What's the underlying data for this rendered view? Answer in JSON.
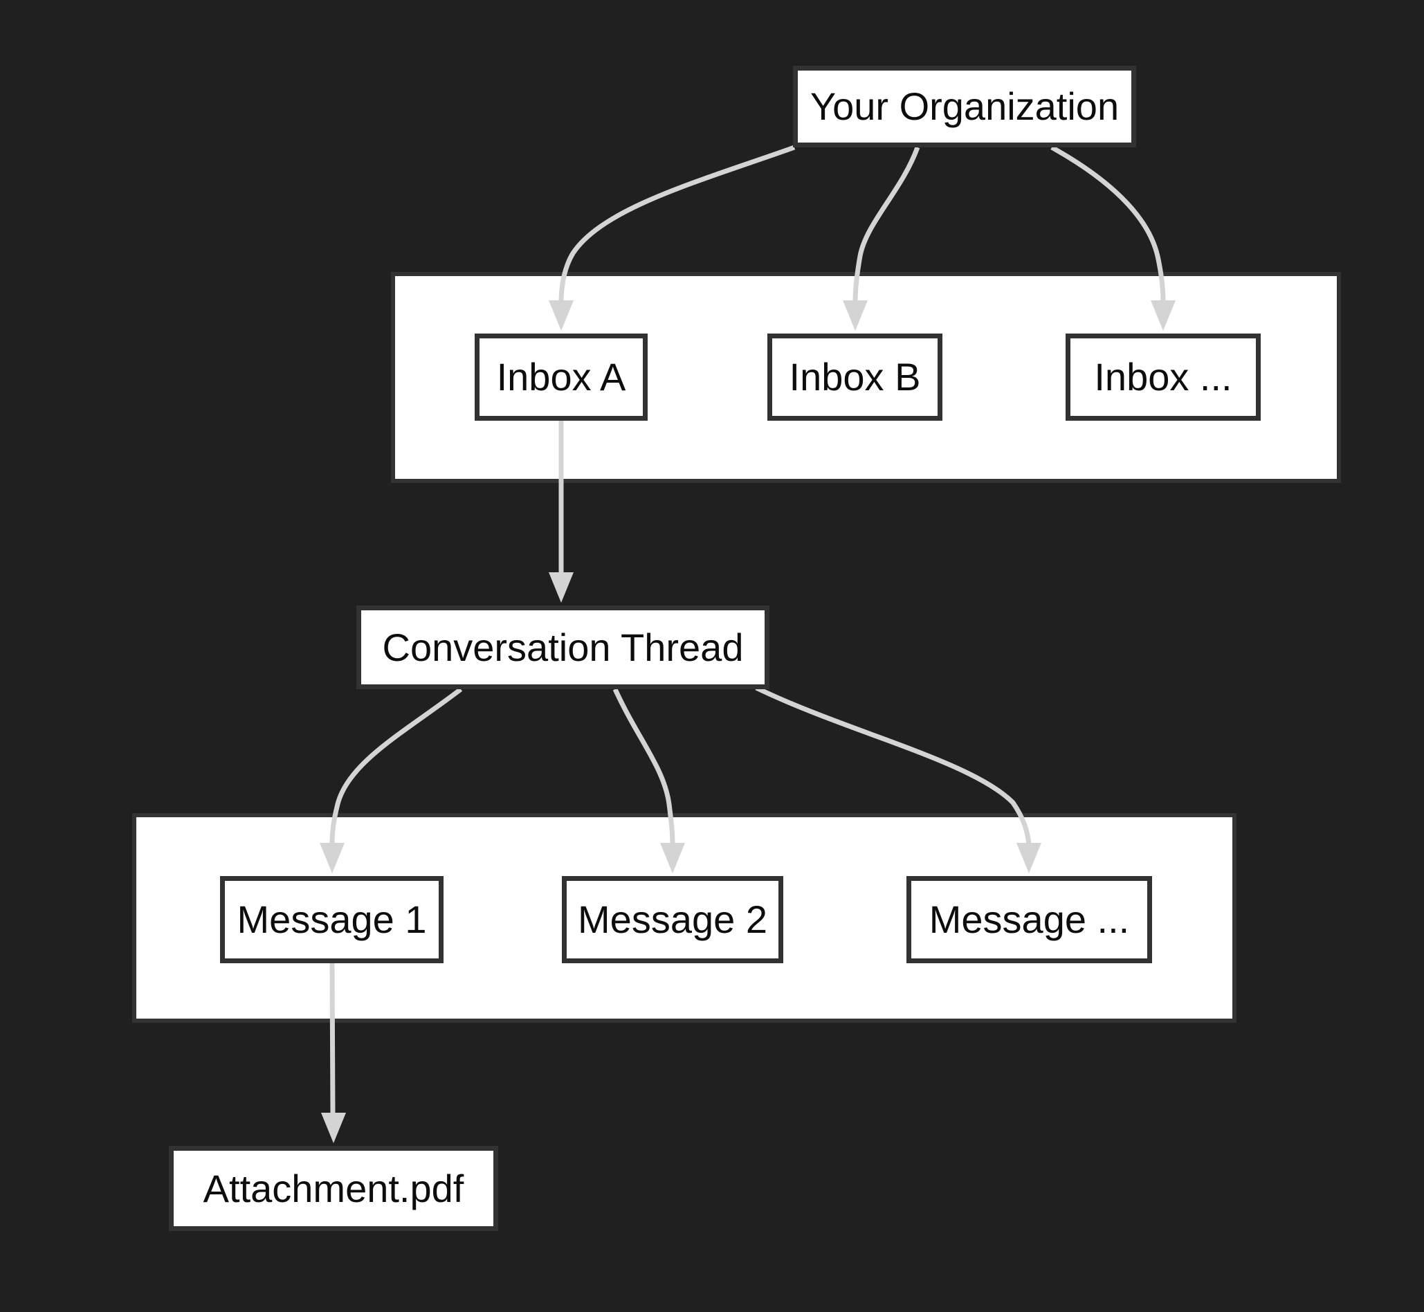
{
  "diagram": {
    "type": "flowchart-top-down",
    "theme": {
      "background": "#202021",
      "node_fill": "#ffffff",
      "node_border": "#323232",
      "container_fill": "#ffffff",
      "container_border": "#333333",
      "edge_color": "#d4d4d4",
      "text_color": "#0d0d0d"
    },
    "nodes": {
      "org": {
        "label": "Your Organization"
      },
      "inbox_a": {
        "label": "Inbox A"
      },
      "inbox_b": {
        "label": "Inbox B"
      },
      "inbox_more": {
        "label": "Inbox ..."
      },
      "thread": {
        "label": "Conversation Thread"
      },
      "message_1": {
        "label": "Message 1"
      },
      "message_2": {
        "label": "Message 2"
      },
      "message_more": {
        "label": "Message ..."
      },
      "attachment": {
        "label": "Attachment.pdf"
      }
    },
    "groups": {
      "inboxes": {
        "members": [
          "inbox_a",
          "inbox_b",
          "inbox_more"
        ]
      },
      "messages": {
        "members": [
          "message_1",
          "message_2",
          "message_more"
        ]
      }
    },
    "edges": [
      {
        "from": "org",
        "to": "inbox_a"
      },
      {
        "from": "org",
        "to": "inbox_b"
      },
      {
        "from": "org",
        "to": "inbox_more"
      },
      {
        "from": "inbox_a",
        "to": "thread"
      },
      {
        "from": "thread",
        "to": "message_1"
      },
      {
        "from": "thread",
        "to": "message_2"
      },
      {
        "from": "thread",
        "to": "message_more"
      },
      {
        "from": "message_1",
        "to": "attachment"
      }
    ]
  }
}
